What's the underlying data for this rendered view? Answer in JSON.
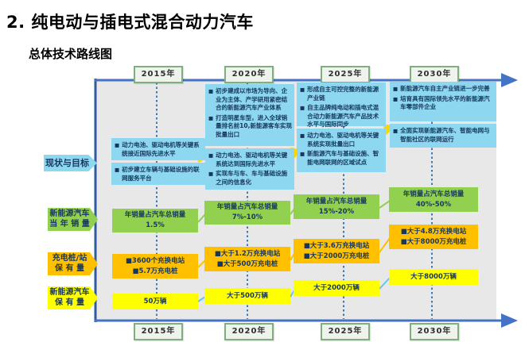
{
  "title": "2. 纯电动与插电式混合动力汽车",
  "subtitle": "总体技术路线图",
  "glyphs": {
    "bullet": "■"
  },
  "colors": {
    "panel_bg": "#e9e8e8",
    "goal_box_blue": "#8dd8f0",
    "sales_green": "#92d050",
    "charging_orange": "#ffc000",
    "fleet_yellow": "#ffff00",
    "text_navy": "#17375e",
    "timeline_arrow_blue": "#4472c4",
    "left_axis_blue": "#2f5b9e",
    "dashed_line_blue": "#2b6cb0",
    "year_box_bg": "#eef3ec",
    "year_box_border": "#7fae7f",
    "connector_yellow": "#ffd500",
    "connector_cyan": "#62c6e8"
  },
  "timeline": {
    "years": [
      "2015年",
      "2020年",
      "2025年",
      "2030年"
    ]
  },
  "row_labels": {
    "status": "现状与目标",
    "sales": [
      "新能源汽车",
      "当 年 销 量"
    ],
    "charging": [
      "充电桩/站",
      "保 有 量"
    ],
    "fleet": [
      "新能源汽车",
      "保 有 量"
    ]
  },
  "goals": [
    {
      "box1": [
        "动力电池、驱动电机等关键系统接近国际先进水平"
      ],
      "box2": [
        "初步建立车辆与基础设施的联网服务平台"
      ]
    },
    {
      "box1": [
        "初步建成以市场为导向、企业为主体、产学研用紧密结合的新能源汽车产业体系",
        "打造明星车型，进入全球销量排名前10,新能源客车实现批量出口"
      ],
      "box2": [
        "动力电池、驱动电机等关键系统达到国际先进水平",
        "实现车与车、车与基础设施之间的信息化"
      ]
    },
    {
      "box1": [
        "形成自主可控完整的新能源产业链",
        "自主品牌纯电动和插电式混合动力新能源汽车产品技术水平与国际同步"
      ],
      "box2": [
        "动力电池、驱动电机等关键系统实现批量出口",
        "新能源汽车与基础设施、智能电网联网的区域试点"
      ]
    },
    {
      "box1": [
        "新能源汽车自主产业链进一步完善",
        "培育具有国际领先水平的新能源汽车零部件企业"
      ],
      "box2": [
        "全面实现新能源汽车、智能电网与智能社区的联网运行"
      ]
    }
  ],
  "sales": [
    {
      "caption": "年销量占汽车总销量",
      "value": "1.5%"
    },
    {
      "caption": "年销量占汽车总销量",
      "value": "7%-10%"
    },
    {
      "caption": "年销量占汽车总销量",
      "value": "15%-20%"
    },
    {
      "caption": "年销量占汽车总销量",
      "value": "40%-50%"
    }
  ],
  "charging": [
    {
      "line1": "■3600个充换电站",
      "line2": "■5.7万充电桩"
    },
    {
      "line1": "■大于1.2万充换电站",
      "line2": "■大于500万充电桩"
    },
    {
      "line1": "■大于3.6万充换电站",
      "line2": "■大于2000万充电桩"
    },
    {
      "line1": "■大于4.8万充换电站",
      "line2": "■大于8000万充电桩"
    }
  ],
  "fleet": [
    "50万辆",
    "大于500万辆",
    "大于2000万辆",
    "大于8000万辆"
  ]
}
